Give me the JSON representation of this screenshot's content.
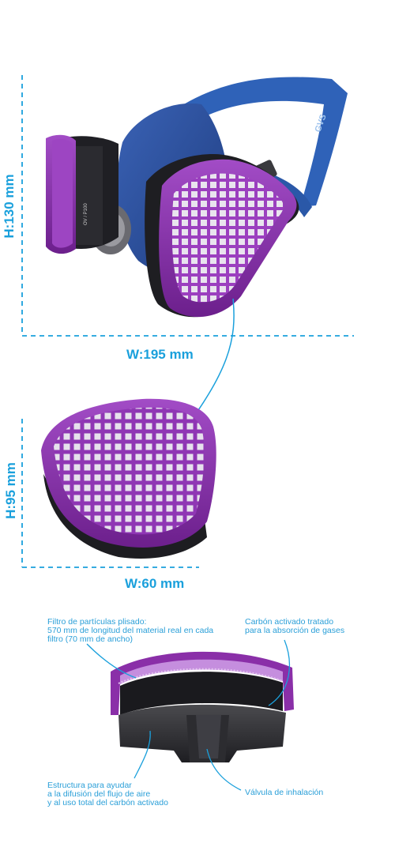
{
  "dimensions": {
    "mask_height": "H:130 mm",
    "mask_width": "W:195 mm",
    "filter_height": "H:95 mm",
    "filter_width": "W:60 mm"
  },
  "callouts": {
    "pleated_filter": [
      "Filtro de partículas plisado:",
      "570 mm de longitud del material real en cada",
      "filtro (70 mm de ancho)"
    ],
    "activated_carbon": [
      "Carbón activado tratado",
      "para la absorción de gases"
    ],
    "air_structure": [
      "Estructura para ayudar",
      "a la difusión del flujo de aire",
      "y al uso total del carbón activado"
    ],
    "inhalation_valve": [
      "Válvula de inhalación"
    ]
  },
  "colors": {
    "accent": "#1aa0dc",
    "purple": "#8a2fa8",
    "mask_blue": "#2a4c9a",
    "strap_blue": "#2f62b8"
  },
  "labels": {
    "strap_brand": "GVS",
    "cartridge_code": "OV / P100"
  }
}
